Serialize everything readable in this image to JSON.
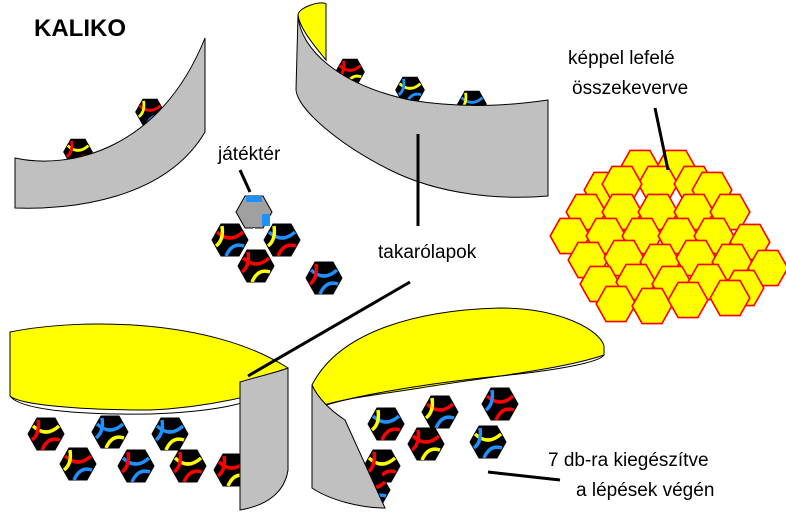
{
  "title": "KALIKO",
  "labels": {
    "facedown_line1": "képpel lefelé",
    "facedown_line2": "összekeverve",
    "play_area": "játéktér",
    "screens": "takarólapok",
    "refill_line1": "7 db-ra kiegészítve",
    "refill_line2": "a lépések  végén"
  },
  "colors": {
    "screen_inner": "#ffff00",
    "screen_outer": "#c0c0c0",
    "tile_fill": "#000000",
    "thread_red": "#ff0000",
    "thread_blue": "#1e90ff",
    "thread_yellow": "#ffff00",
    "hex_back_fill": "#ffff00",
    "hex_back_stroke": "#ff0000",
    "placeholder_tile": "#a0a0a0"
  }
}
